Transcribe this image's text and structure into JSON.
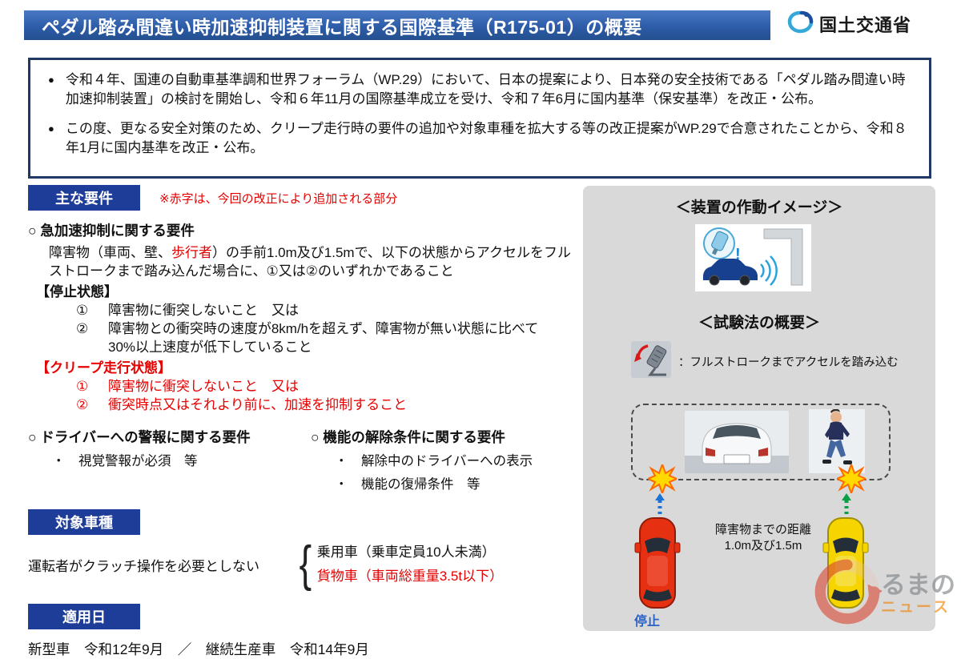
{
  "icons": {
    "bullet": "●",
    "brace": "{"
  },
  "header": {
    "title": "ペダル踏み間違い時加速抑制装置に関する国際基準（R175-01）の概要",
    "agency": "国土交通省"
  },
  "summary": {
    "bullet1": "令和４年、国連の自動車基準調和世界フォーラム（WP.29）において、日本の提案により、日本発の安全技術である「ペダル踏み間違い時加速抑制装置」の検討を開始し、令和６年11月の国際基準成立を受け、令和７年6月に国内基準（保安基準）を改正・公布。",
    "bullet2": "この度、更なる安全対策のため、クリープ走行時の要件の追加や対象車種を拡大する等の改正提案がWP.29で合意されたことから、令和８年1月に国内基準を改正・公布。"
  },
  "requirements": {
    "label": "主な要件",
    "note": "※赤字は、今回の改正により追加される部分",
    "accel_heading": "○ 急加速抑制に関する要件",
    "intro_pre": "障害物（車両、壁、",
    "intro_red": "歩行者",
    "intro_post": "）の手前1.0m及び1.5mで、以下の状態からアクセルをフルストロークまで踏み込んだ場合に、①又は②のいずれかであること",
    "stop_label": "【停止状態】",
    "stop_items": [
      {
        "num": "①",
        "text": "障害物に衝突しないこと　又は"
      },
      {
        "num": "②",
        "text": "障害物との衝突時の速度が8km/hを超えず、障害物が無い状態に比べて30%以上速度が低下していること"
      }
    ],
    "creep_label": "【クリープ走行状態】",
    "creep_items": [
      {
        "num": "①",
        "text": "障害物に衝突しないこと　又は"
      },
      {
        "num": "②",
        "text": "衝突時点又はそれより前に、加速を抑制すること"
      }
    ],
    "warning_heading": "○ ドライバーへの警報に関する要件",
    "warning_item": "・　視覚警報が必須　等",
    "release_heading": "○ 機能の解除条件に関する要件",
    "release_item1": "・　解除中のドライバーへの表示",
    "release_item2": "・　機能の復帰条件　等"
  },
  "target": {
    "label": "対象車種",
    "condition": "運転者がクラッチ操作を必要としない",
    "passenger": "乗用車（乗車定員10人未満）",
    "cargo": "貨物車（車両総重量3.5t以下）"
  },
  "application": {
    "label": "適用日",
    "text": "新型車　令和12年9月　／　継続生産車　令和14年9月"
  },
  "panel": {
    "device_title": "＜装置の作動イメージ＞",
    "test_title": "＜試験法の概要＞",
    "pedal_caption": "：フルストロークまでアクセルを踏み込む",
    "distance_line1": "障害物までの距離",
    "distance_line2": "1.0m及び1.5m",
    "stop_label": "停止",
    "watermark_top": "るまの",
    "watermark_bottom": "ニュース"
  },
  "colors": {
    "header_blue": "#2d5ca8",
    "label_blue": "#1e3d99",
    "box_border_navy": "#1f3864",
    "red_text": "#e60000",
    "panel_gray": "#d9d9d9",
    "stop_blue": "#2a63c8",
    "watermark_orange": "#ef8200"
  }
}
